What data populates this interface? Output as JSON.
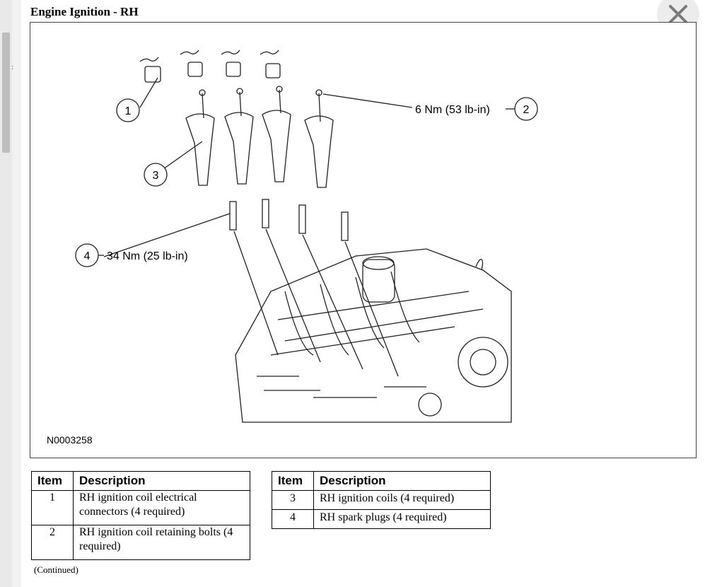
{
  "document": {
    "title": "Engine Ignition - RH",
    "figure_id": "N0003258",
    "continued_note": "(Continued)"
  },
  "callouts": [
    {
      "number": "1"
    },
    {
      "number": "2",
      "label": "6 Nm (53 lb-in)"
    },
    {
      "number": "3"
    },
    {
      "number": "4",
      "label": "34 Nm (25 lb-in)"
    }
  ],
  "tables": {
    "headers": {
      "item": "Item",
      "description": "Description"
    },
    "left": [
      {
        "item": "1",
        "description": "RH ignition coil electrical connectors (4 required)"
      },
      {
        "item": "2",
        "description": "RH ignition coil retaining bolts (4 required)"
      }
    ],
    "right": [
      {
        "item": "3",
        "description": "RH ignition coils (4 required)"
      },
      {
        "item": "4",
        "description": "RH spark plugs (4 required)"
      }
    ]
  },
  "icons": {
    "close": "close-icon"
  }
}
